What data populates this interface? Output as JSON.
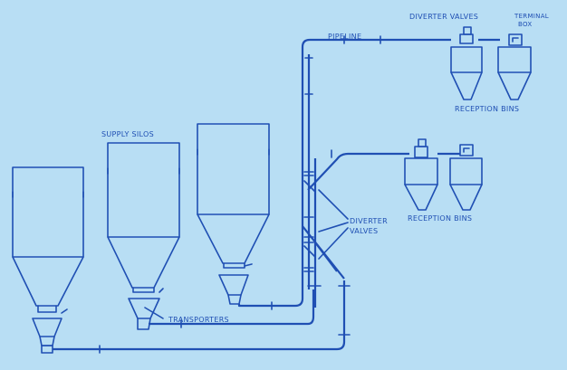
{
  "labels": {
    "pipeline": "PIPELINE",
    "diverter_valves_top": "DIVERTER VALVES",
    "terminal_box_line1": "TERMINAL",
    "terminal_box_line2": "BOX",
    "reception_bins_top": "RECEPTION BINS",
    "supply_silos": "SUPPLY SILOS",
    "reception_bins_middle": "RECEPTION BINS",
    "diverter_valves_mid_line1": "DIVERTER",
    "diverter_valves_mid_line2": "VALVES",
    "transporters": "TRANSPORTERS"
  },
  "colors": {
    "background": "#b8def4",
    "line": "#1f4fb3"
  }
}
